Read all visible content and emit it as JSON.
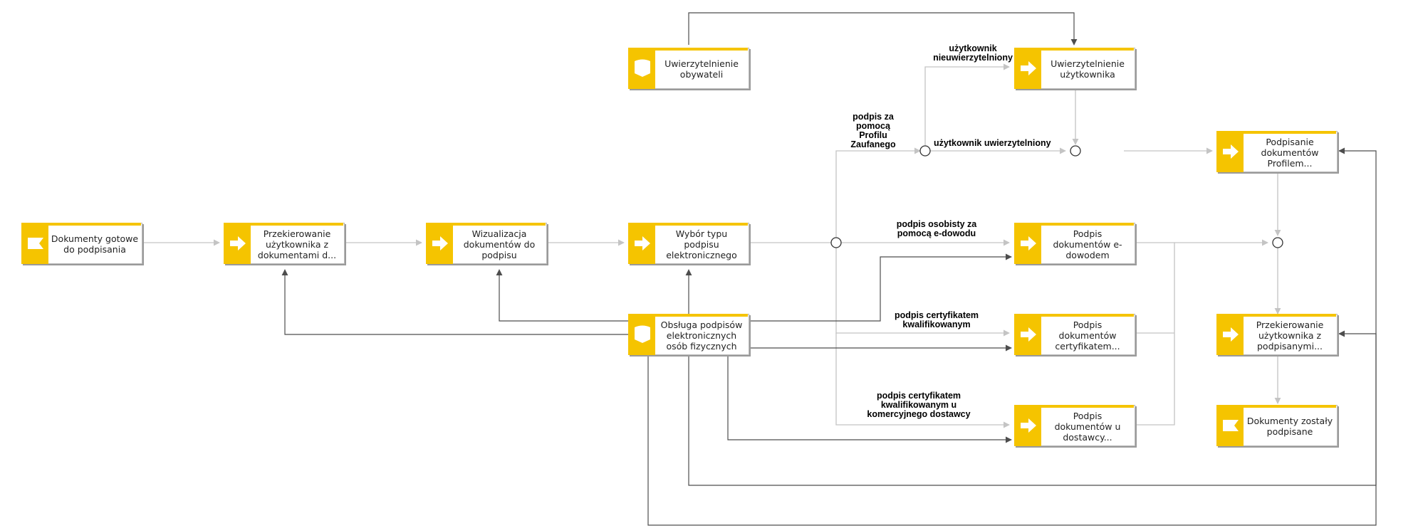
{
  "colors": {
    "accent": "#f5c400",
    "connector": "#c4c4c4",
    "connector_dark": "#4d4d4d"
  },
  "nodes": {
    "n1": {
      "label": "Dokumenty gotowe do podpisania",
      "icon": "event-icon"
    },
    "n2": {
      "label": "Przekierowanie użytkownika z dokumentami d...",
      "icon": "function-arrow-icon"
    },
    "n3": {
      "label": "Wizualizacja dokumentów do podpisu",
      "icon": "function-arrow-icon"
    },
    "n4": {
      "label": "Wybór typu podpisu elektronicznego",
      "icon": "function-arrow-icon"
    },
    "n5": {
      "label": "Uwierzytelnienie obywateli",
      "icon": "book-icon"
    },
    "n6": {
      "label": "Obsługa podpisów elektronicznych osób fizycznych",
      "icon": "book-icon"
    },
    "n7": {
      "label": "Uwierzytelnienie użytkownika",
      "icon": "function-arrow-icon"
    },
    "n8": {
      "label": "Podpis dokumentów e-dowodem",
      "icon": "function-arrow-icon"
    },
    "n9": {
      "label": "Podpis dokumentów certyfikatem...",
      "icon": "function-arrow-icon"
    },
    "n10": {
      "label": "Podpis dokumentów u dostawcy...",
      "icon": "function-arrow-icon"
    },
    "n11": {
      "label": "Podpisanie dokumentów Profilem...",
      "icon": "function-arrow-icon"
    },
    "n12": {
      "label": "Przekierowanie użytkownika z podpisanymi...",
      "icon": "function-arrow-icon"
    },
    "n13": {
      "label": "Dokumenty zostały podpisane",
      "icon": "event-icon"
    }
  },
  "edge_labels": {
    "profil": "podpis za pomocą Profilu Zaufanego",
    "nieuwierzytelniony": "użytkownik nieuwierzytelniony",
    "uwierzytelniony": "użytkownik uwierzytelniony",
    "edowod": "podpis osobisty za pomocą e-dowodu",
    "certyfikat": "podpis certyfikatem kwalifikowanym",
    "dostawca": "podpis certyfikatem kwalifikowanym u komercyjnego dostawcy"
  }
}
